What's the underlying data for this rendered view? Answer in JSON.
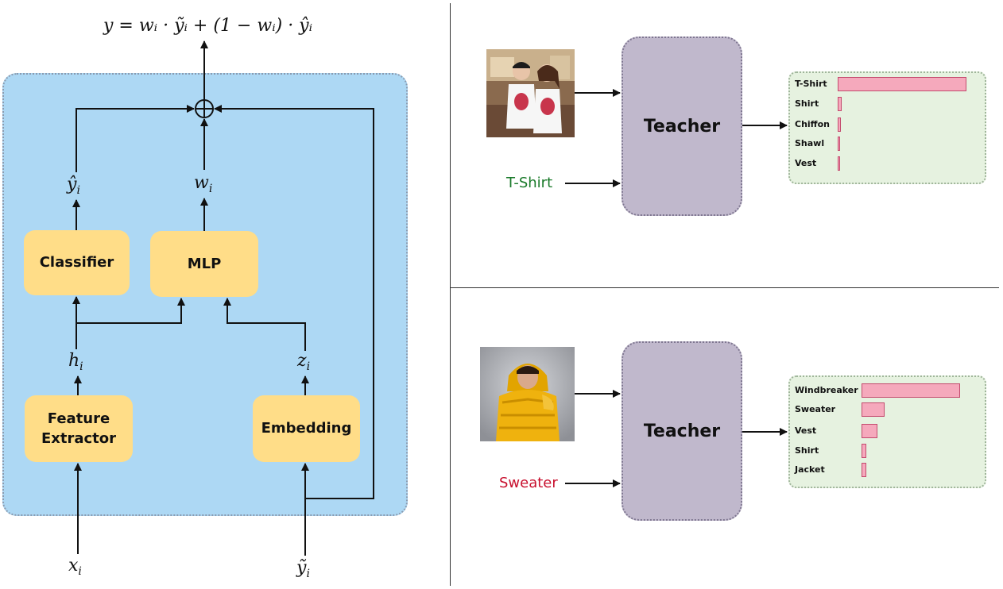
{
  "left_diagram": {
    "output_formula": "y = wᵢ · ỹᵢ + (1 − wᵢ) · ŷᵢ",
    "boxes": {
      "classifier": "Classifier",
      "mlp": "MLP",
      "feature_extractor": "Feature\nExtractor",
      "embedding": "Embedding"
    },
    "symbols": {
      "y_hat": "ŷ",
      "w": "w",
      "h": "h",
      "z": "z",
      "x": "x",
      "y_tilde": "ỹ",
      "subscript": "i",
      "oplus": "⊕"
    }
  },
  "examples": [
    {
      "teacher_label": "Teacher",
      "noisy_label": "T-Shirt",
      "noisy_label_color": "#1a7a2a",
      "predictions": [
        {
          "label": "T-Shirt",
          "value": 0.94
        },
        {
          "label": "Shirt",
          "value": 0.03
        },
        {
          "label": "Chiffon",
          "value": 0.025
        },
        {
          "label": "Shawl",
          "value": 0.015
        },
        {
          "label": "Vest",
          "value": 0.01
        }
      ]
    },
    {
      "teacher_label": "Teacher",
      "noisy_label": "Sweater",
      "noisy_label_color": "#c8102e",
      "predictions": [
        {
          "label": "Windbreaker",
          "value": 0.68
        },
        {
          "label": "Sweater",
          "value": 0.16
        },
        {
          "label": "Vest",
          "value": 0.11
        },
        {
          "label": "Shirt",
          "value": 0.035
        },
        {
          "label": "Jacket",
          "value": 0.035
        }
      ]
    }
  ],
  "colors": {
    "panel": "#add8f4",
    "box": "#ffdd88",
    "teacher": "#c0b8cc",
    "bar": "#f5a9bc",
    "bar_panel": "#e6f2e0"
  }
}
